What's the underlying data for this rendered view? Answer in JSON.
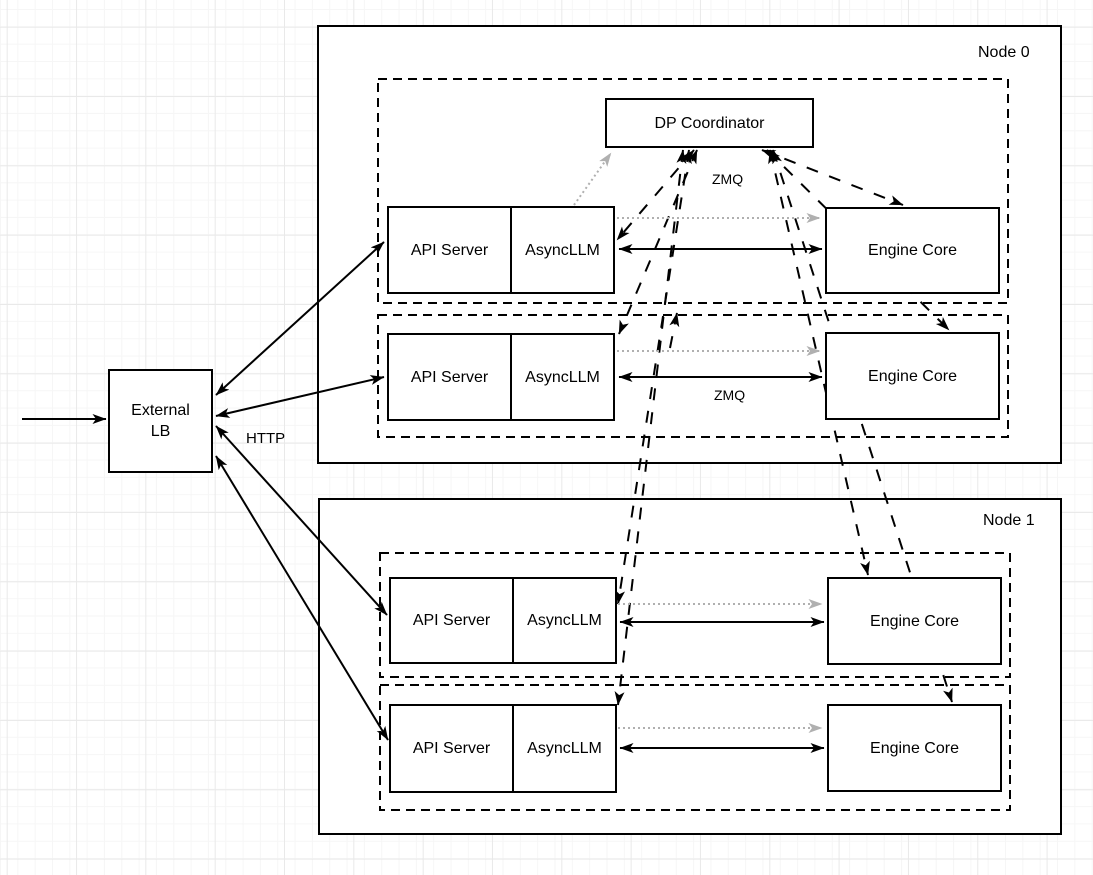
{
  "external_lb": {
    "label_line1": "External",
    "label_line2": "LB"
  },
  "edge_labels": {
    "http": "HTTP",
    "zmq_coordinator": "ZMQ",
    "zmq_engine": "ZMQ"
  },
  "nodes": [
    {
      "label": "Node 0",
      "coordinator_label": "DP Coordinator",
      "rows": [
        {
          "api_server": "API Server",
          "async_llm": "AsyncLLM",
          "engine_core": "Engine Core"
        },
        {
          "api_server": "API Server",
          "async_llm": "AsyncLLM",
          "engine_core": "Engine Core"
        }
      ]
    },
    {
      "label": "Node 1",
      "rows": [
        {
          "api_server": "API Server",
          "async_llm": "AsyncLLM",
          "engine_core": "Engine Core"
        },
        {
          "api_server": "API Server",
          "async_llm": "AsyncLLM",
          "engine_core": "Engine Core"
        }
      ]
    }
  ],
  "colors": {
    "stroke": "#000000",
    "secondary_link": "#b0b0b0",
    "shape_fill": "#ffffff"
  }
}
